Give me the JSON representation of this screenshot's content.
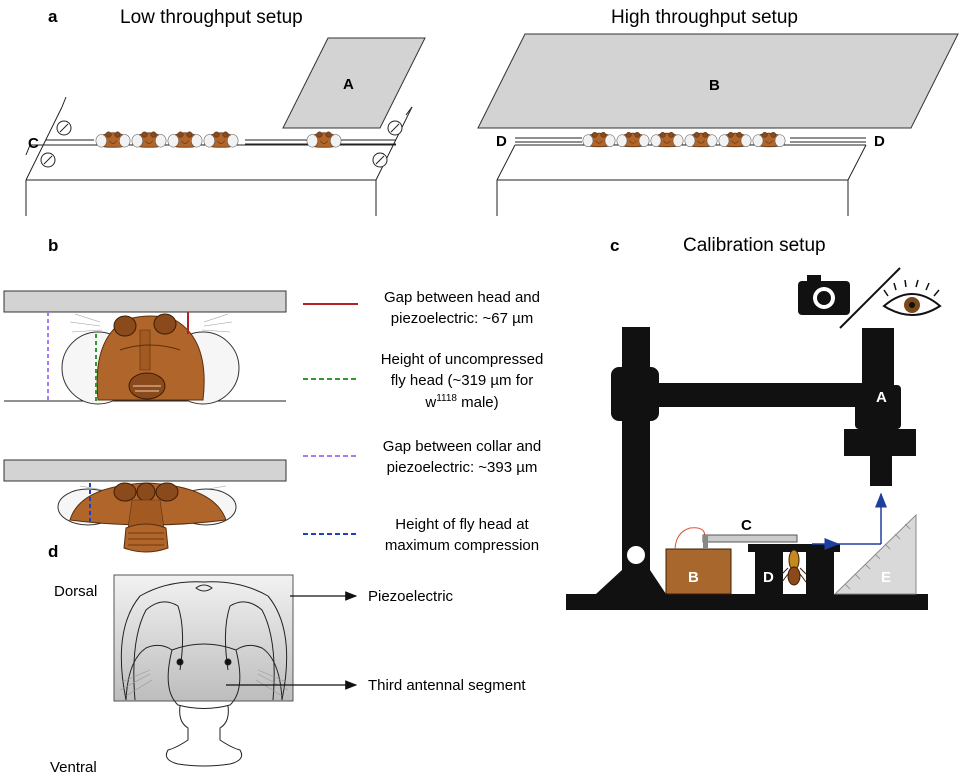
{
  "panels": {
    "a": {
      "letter": "a",
      "left_title": "Low throughput setup",
      "right_title": "High throughput setup",
      "plate_left": "A",
      "plate_right": "B",
      "label_c": "C",
      "label_d_left": "D",
      "label_d_right": "D"
    },
    "b": {
      "letter": "b",
      "legend": [
        {
          "color": "#b22222",
          "style": "solid",
          "lines": [
            "Gap between head and",
            "piezoelectric: ~67 µm"
          ]
        },
        {
          "color": "#2e9a2e",
          "style": "dashed",
          "lines": [
            "Height of uncompressed",
            "fly head (~319 µm for",
            "w",
            "1118",
            " male)"
          ]
        },
        {
          "color": "#a77ce8",
          "style": "dashed",
          "lines": [
            "Gap between collar and",
            "piezoelectric: ~393 µm"
          ]
        },
        {
          "color": "#1f3fbf",
          "style": "dashed",
          "lines": [
            "Height of fly head at",
            "maximum compression"
          ]
        }
      ]
    },
    "c": {
      "letter": "c",
      "title": "Calibration setup",
      "label_a": "A",
      "label_b": "B",
      "label_c": "C",
      "label_d": "D",
      "label_e": "E"
    },
    "d": {
      "letter": "d",
      "dorsal": "Dorsal",
      "ventral": "Ventral",
      "piezo_label": "Piezoelectric",
      "antenna_label": "Third antennal segment"
    }
  },
  "colors": {
    "fly_head": "#b0652a",
    "fly_dark": "#8a4a1c",
    "plate_gray": "#d3d3d3",
    "box_brown": "#a8672c",
    "arrow_blue": "#1f3f9f"
  },
  "icons": [
    "camera-icon",
    "eye-icon"
  ]
}
